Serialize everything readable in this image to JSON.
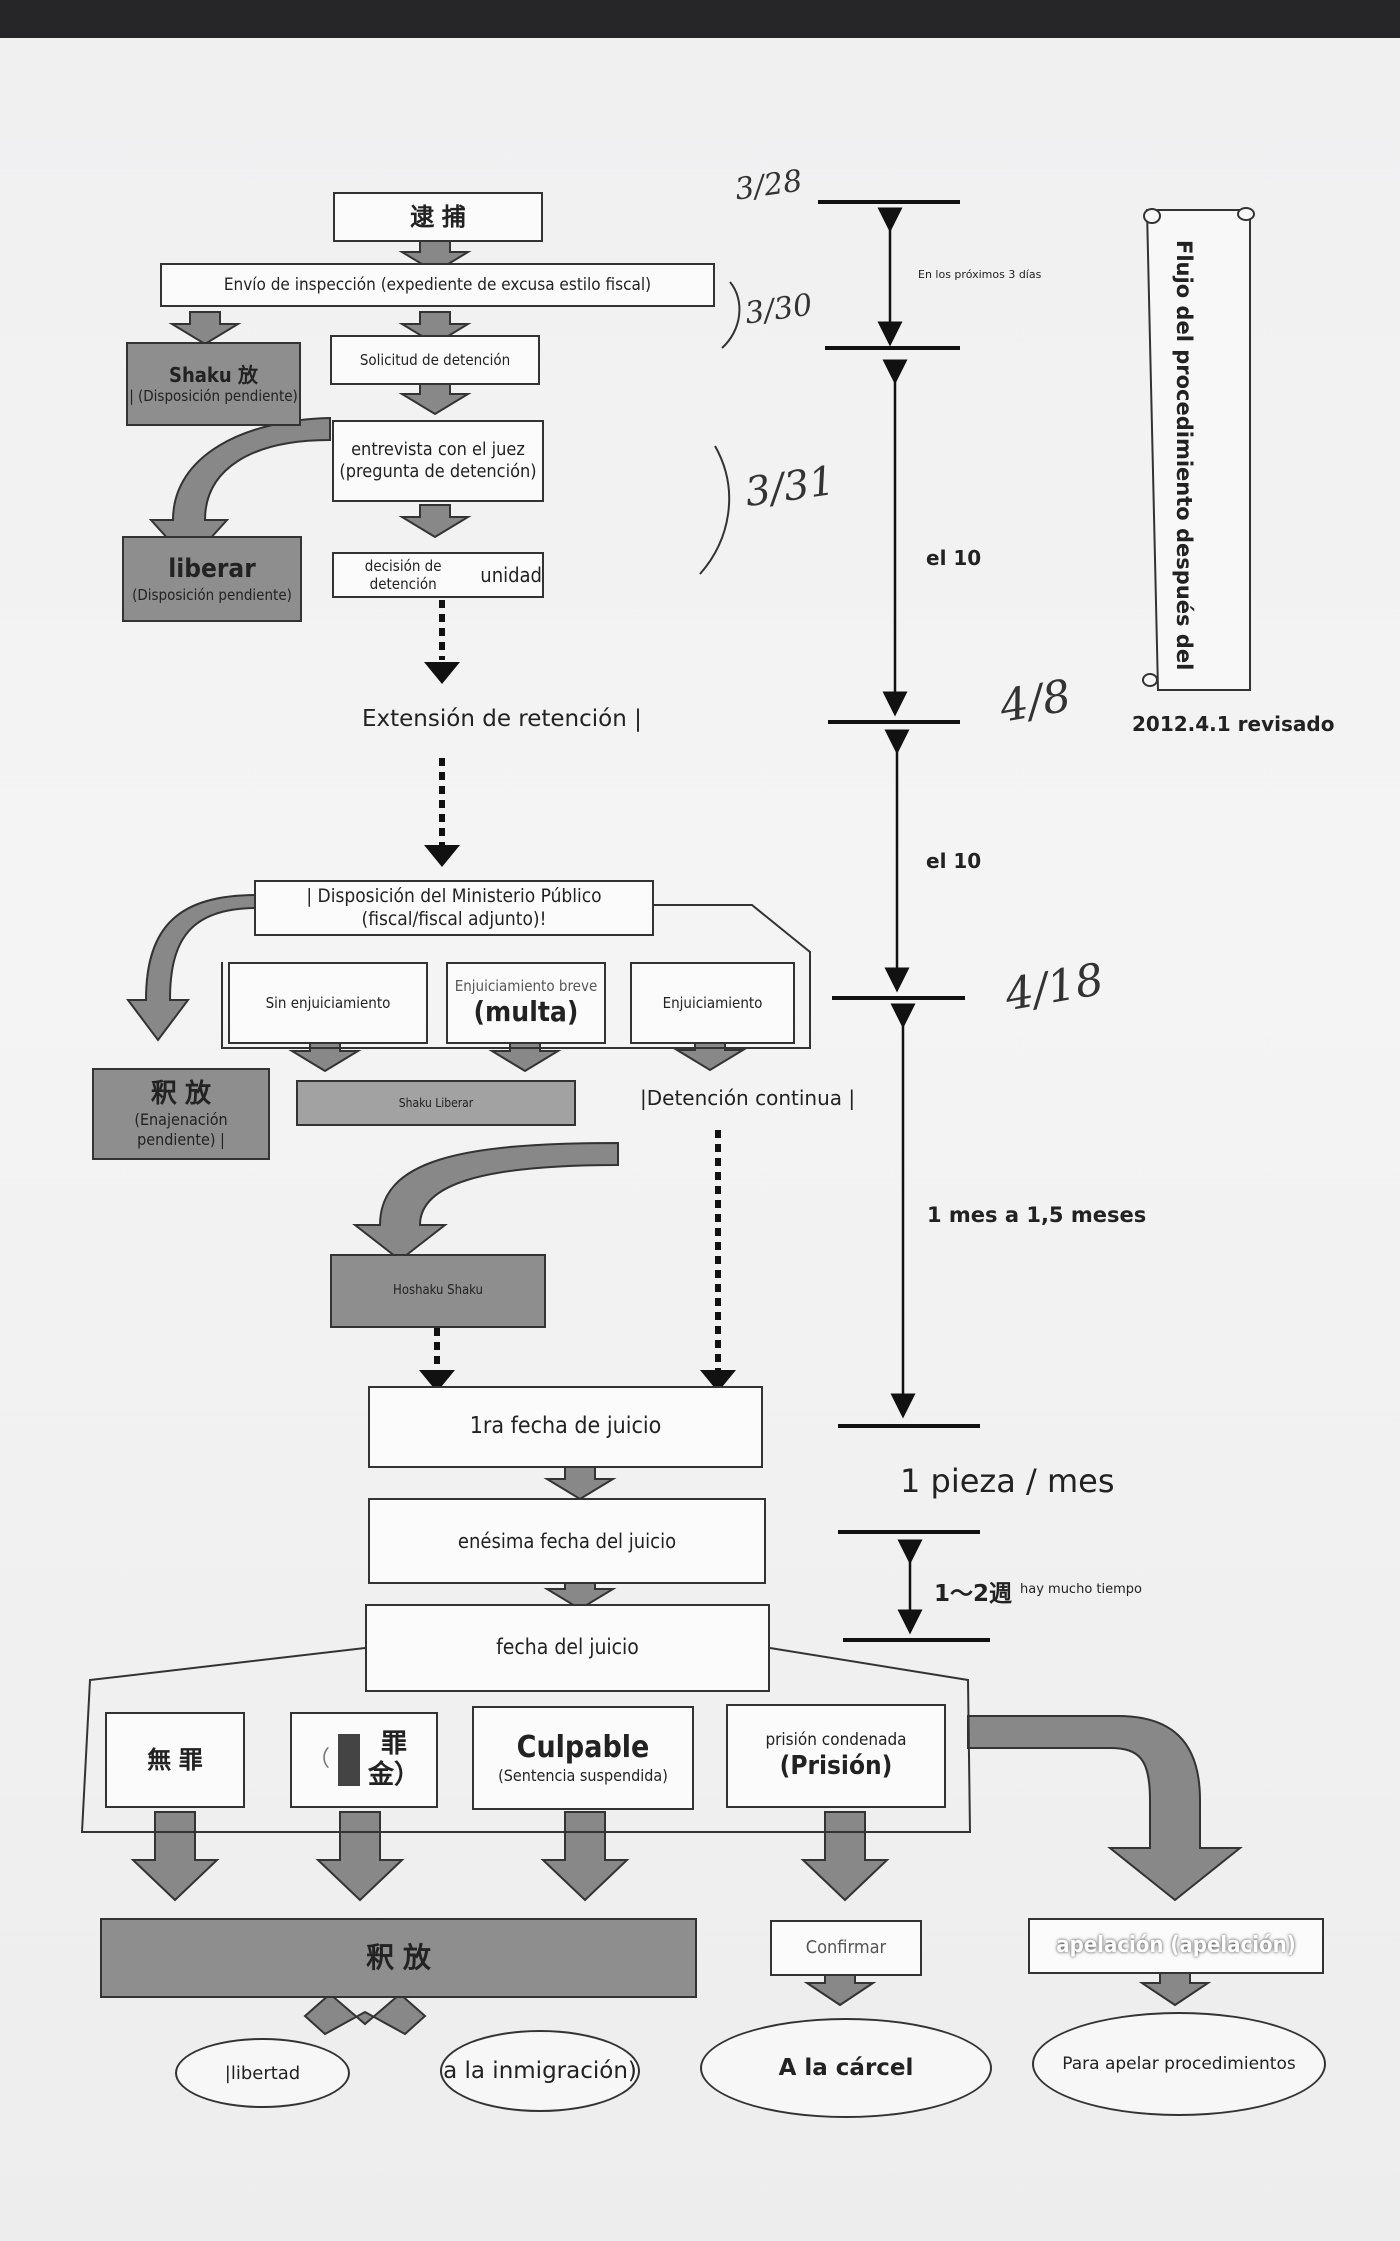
{
  "flow": {
    "arrest": "逮 捕",
    "inspection": "Envío de inspección (expediente de excusa estilo fiscal)",
    "release_left_a": "Shaku  放",
    "release_left_a_sub": "| (Disposición pendiente)",
    "request_detention": "Solicitud de detención",
    "interview_line1": "entrevista con el juez",
    "interview_line2": "(pregunta de detención)",
    "liberar": "liberar",
    "liberar_sub": "(Disposición pendiente)",
    "detention_decision": "decisión de detención",
    "detention_unit": "unidad",
    "extension": "Extensión de retención |",
    "prosecutor_disposition": "| Disposición del Ministerio Público (fiscal/fiscal adjunto)!",
    "no_prosecution": "Sin enjuiciamiento",
    "summary_line1": "Enjuiciamiento breve",
    "summary_line2": "(multa)",
    "prosecution": "Enjuiciamiento",
    "release_left_b": "釈 放",
    "release_left_b_sub": "(Enajenación pendiente) |",
    "shaku_liberar": "Shaku   Liberar",
    "continued_detention": "|Detención continua |",
    "bail": "Hoshaku   Shaku",
    "trial_first": "1ra fecha de juicio",
    "trial_nth": "enésima fecha del juicio",
    "trial_date": "fecha del juicio",
    "not_guilty": "無 罪",
    "fine_a": "罪",
    "fine_b": "金）",
    "fine_paren": "（",
    "guilty": "Culpable",
    "guilty_sub": "(Sentencia suspendida)",
    "prison_line1": "prisión condenada",
    "prison_line2": "(Prisión)",
    "release_bottom": "釈 放",
    "confirm": "Confirmar",
    "appeal": "apelación (apelación)",
    "freedom": "|libertad",
    "immigration": "a la inmigración)",
    "jail": "A la cárcel",
    "appeal_proc": "Para apelar procedimientos"
  },
  "timeline": {
    "within_3_days": "En los próximos 3 días",
    "ten_a": "el 10",
    "ten_b": "el 10",
    "one_month": "1 mes a 1,5 meses",
    "piece_month": "1 pieza / mes",
    "one_two_weeks": "1～2週",
    "long_time": "hay mucho tiempo"
  },
  "handwritten": {
    "d1": "3/28",
    "d2": "3/30",
    "d3": "3/31",
    "d4": "4/8",
    "d5": "4/18"
  },
  "scroll": {
    "title": "Flujo del procedimiento después del arresto",
    "revised": "2012.4.1 revisado"
  }
}
